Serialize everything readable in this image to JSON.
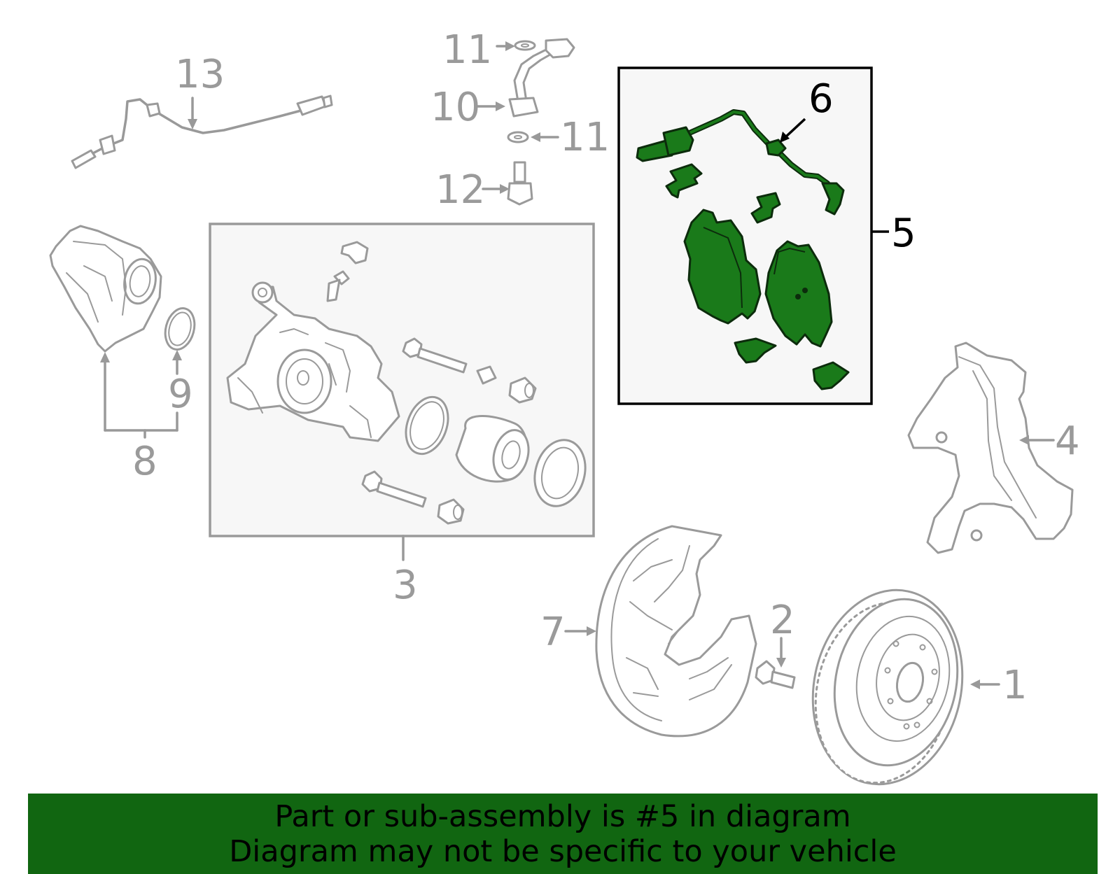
{
  "callouts": {
    "c1": "1",
    "c2": "2",
    "c3": "3",
    "c4": "4",
    "c5": "5",
    "c6": "6",
    "c7": "7",
    "c8": "8",
    "c9": "9",
    "c10": "10",
    "c11a": "11",
    "c11b": "11",
    "c12": "12",
    "c13": "13"
  },
  "highlight_part": "5",
  "colors": {
    "highlight": "#1a7a1a",
    "banner": "#116611",
    "parts": "#9a9a9a",
    "box_fill": "#f7f7f7"
  },
  "banner": {
    "line1": "Part or sub-assembly is #5 in diagram",
    "line2": "Diagram may not be specific to your vehicle"
  }
}
